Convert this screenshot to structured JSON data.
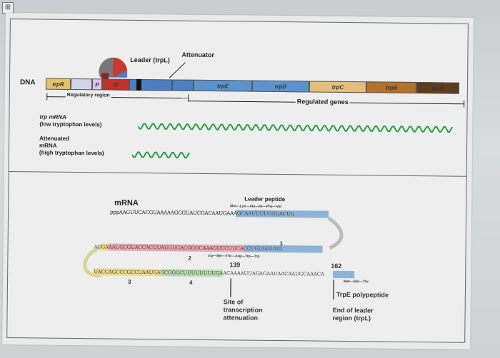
{
  "top": {
    "dna_label": "DNA",
    "segments": [
      {
        "label": "trpR",
        "color": "#e3c36a"
      },
      {
        "label": "",
        "color": "#cfd6e6"
      },
      {
        "label": "P",
        "color": "#d9c7ea"
      },
      {
        "label": "O",
        "color": "#c4302b"
      },
      {
        "label": "",
        "color": "#4a7fc3"
      },
      {
        "label": "",
        "color": "#4a7fc3"
      },
      {
        "label": "trpE",
        "color": "#5c93cf"
      },
      {
        "label": "trpD",
        "color": "#5c93cf"
      },
      {
        "label": "trpC",
        "color": "#e2c07c"
      },
      {
        "label": "trpB",
        "color": "#b4712e"
      },
      {
        "label": "trpA",
        "color": "#5e3d1c"
      }
    ],
    "leader_label": "Leader (trpL)",
    "attenuator_label": "Attenuator",
    "regulatory_region_label": "Regulatory region",
    "regulated_genes_label": "Regulated genes",
    "trp_mrna_label_1": "trp mRNA",
    "trp_mrna_label_2": "(low tryptophan levels)",
    "attenuated_label_1": "Attenuated",
    "attenuated_label_2": "mRNA",
    "attenuated_label_3": "(high tryptophan levels)",
    "wave_color": "#2a9c4a"
  },
  "bottom": {
    "mrna_label": "mRNA",
    "leader_peptide_label": "Leader peptide",
    "peptide_seq_1": "Met—Lys—Ala—Ile—Phe—Val",
    "peptide_seq_2": "trp—Ser—Thr—Arg—Trp—Trp",
    "seq_line_1": "pppAAGUUCACGUAAAAAGGGUAUCGACAAUGAAAGCAAUUUUCGUACUG",
    "seq_line_2": "ACGAAAUGCGUACCACUUAUGUGACGGGCAAAGUCCUUCACCCGUGGUUG",
    "seq_line_3": "UACCAGCCCGCCUAAUGAGCGGGCUUUUUUUUGAACAAAAUUAGAGAAUAACAAUGCAAACA",
    "region_labels": [
      "1",
      "2",
      "3",
      "4"
    ],
    "position_139": "139",
    "position_162": "162",
    "trpe_peptide_seq": "Met—Gln—Thr",
    "site_label_1": "Site of",
    "site_label_2": "transcription",
    "site_label_3": "attenuation",
    "trpe_polypeptide_label": "TrpE polypeptide",
    "end_leader_1": "End of leader",
    "end_leader_2": "region (trpL)"
  }
}
